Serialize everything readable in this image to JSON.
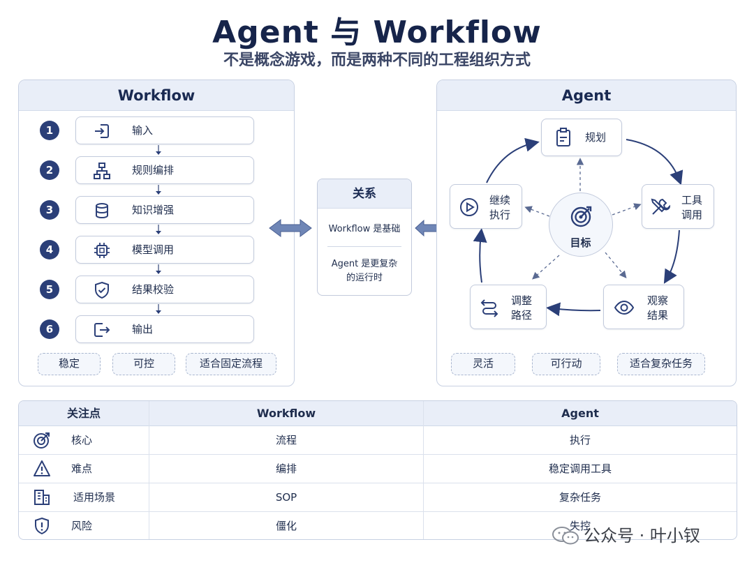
{
  "title": "Agent 与 Workflow",
  "subtitle": "不是概念游戏，而是两种不同的工程组织方式",
  "workflow": {
    "header": "Workflow",
    "steps": [
      {
        "num": "1",
        "label": "输入",
        "icon": "login-icon"
      },
      {
        "num": "2",
        "label": "规则编排",
        "icon": "hierarchy-icon"
      },
      {
        "num": "3",
        "label": "知识增强",
        "icon": "database-icon"
      },
      {
        "num": "4",
        "label": "模型调用",
        "icon": "chip-icon"
      },
      {
        "num": "5",
        "label": "结果校验",
        "icon": "shield-check-icon"
      },
      {
        "num": "6",
        "label": "输出",
        "icon": "logout-icon"
      }
    ],
    "tags": [
      "稳定",
      "可控",
      "适合固定流程"
    ]
  },
  "relation": {
    "header": "关系",
    "line1": "Workflow 是基础",
    "line2a": "Agent 是更复杂",
    "line2b": "的运行时"
  },
  "agent": {
    "header": "Agent",
    "goal": "目标",
    "nodes": {
      "plan": "规划",
      "tools_a": "工具",
      "tools_b": "调用",
      "observe_a": "观察",
      "observe_b": "结果",
      "adjust_a": "调整",
      "adjust_b": "路径",
      "continue_a": "继续",
      "continue_b": "执行"
    },
    "tags": [
      "灵活",
      "可行动",
      "适合复杂任务"
    ]
  },
  "table": {
    "headers": [
      "关注点",
      "Workflow",
      "Agent"
    ],
    "rows": [
      {
        "icon": "target-icon",
        "focus": "核心",
        "workflow": "流程",
        "agent": "执行"
      },
      {
        "icon": "warning-icon",
        "focus": "难点",
        "workflow": "编排",
        "agent": "稳定调用工具"
      },
      {
        "icon": "building-icon",
        "focus": "适用场景",
        "workflow": "SOP",
        "agent": "复杂任务"
      },
      {
        "icon": "shield-alert-icon",
        "focus": "风险",
        "workflow": "僵化",
        "agent": "失控"
      }
    ]
  },
  "watermark": "公众号 · 叶小钗",
  "colors": {
    "primary": "#2b3f78",
    "header_bg": "#e9eef8",
    "border": "#c7d0e2"
  }
}
